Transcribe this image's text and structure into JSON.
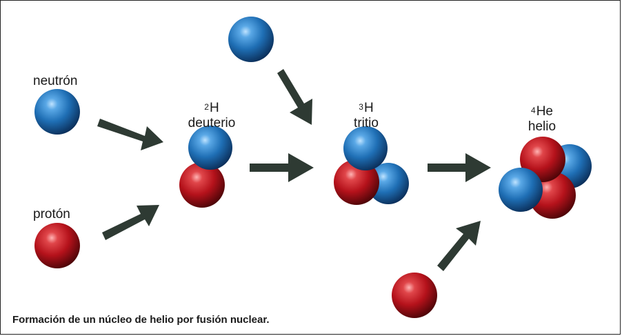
{
  "labels": {
    "neutron": "neutrón",
    "proton": "protón",
    "deuterium": {
      "mass": "2",
      "symbol": "H",
      "name": "deuterio"
    },
    "tritium": {
      "mass": "3",
      "symbol": "H",
      "name": "tritio"
    },
    "helium": {
      "mass": "4",
      "symbol": "He",
      "name": "helio"
    }
  },
  "caption": "Formación de un núcleo de helio por fusión nuclear.",
  "colors": {
    "neutron": "#1f6fb5",
    "proton": "#b5121b",
    "arrow": "#2e3a33",
    "border": "#222222"
  }
}
